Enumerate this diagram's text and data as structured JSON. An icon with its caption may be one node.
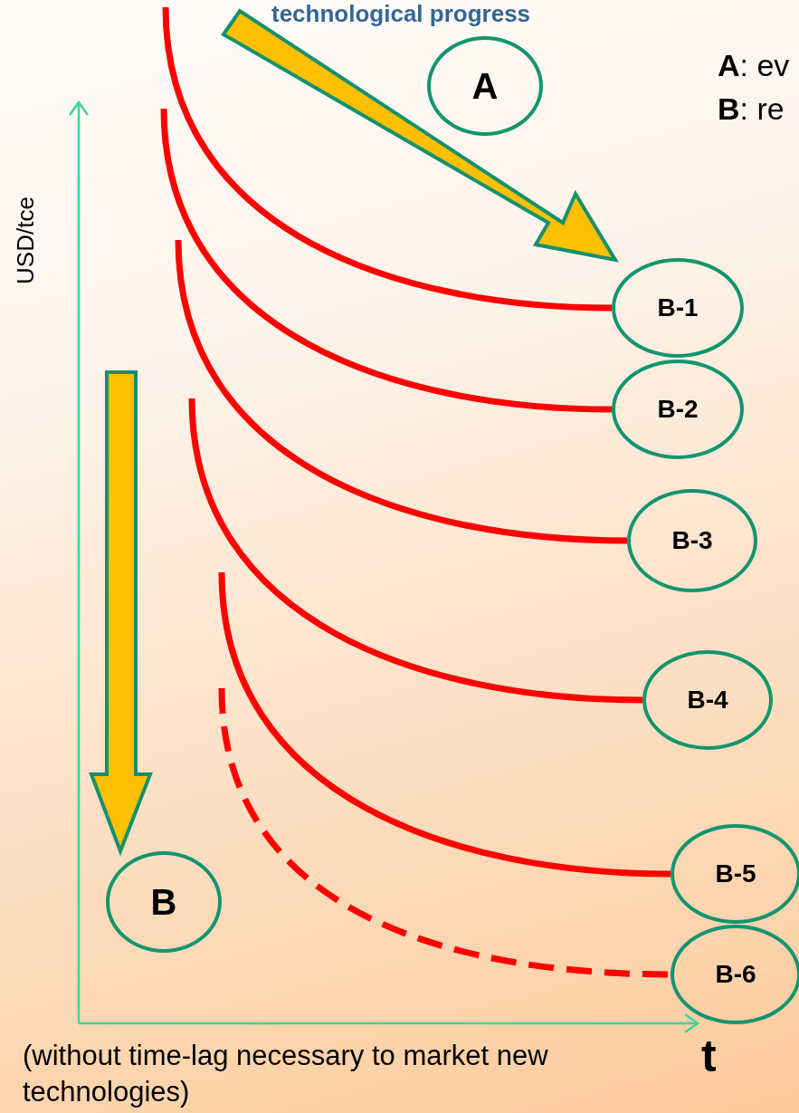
{
  "diagram": {
    "title": "technological progress",
    "nodes": [
      {
        "text": [
          "A"
        ]
      },
      {
        "text": [
          "B"
        ]
      },
      {
        "text": [
          "B-1"
        ]
      },
      {
        "text": [
          "B-2"
        ]
      },
      {
        "text": [
          "B-3"
        ]
      },
      {
        "text": [
          "B-4"
        ]
      },
      {
        "text": [
          "B-5"
        ]
      },
      {
        "text": [
          "B-6"
        ]
      }
    ],
    "edges": [
      {
        "from": null,
        "to": 2,
        "arrow": "none"
      },
      {
        "from": null,
        "to": 3,
        "arrow": "none"
      },
      {
        "from": null,
        "to": 4,
        "arrow": "none"
      },
      {
        "from": null,
        "to": 5,
        "arrow": "none"
      },
      {
        "from": null,
        "to": 6,
        "arrow": "none"
      },
      {
        "from": null,
        "to": 7,
        "arrow": "none",
        "style": "dashed"
      }
    ],
    "labels": [
      "**A**: ev",
      "**B**: re",
      "USD/tce",
      "t",
      "(without time-lag necessary to market new technologies)"
    ]
  }
}
